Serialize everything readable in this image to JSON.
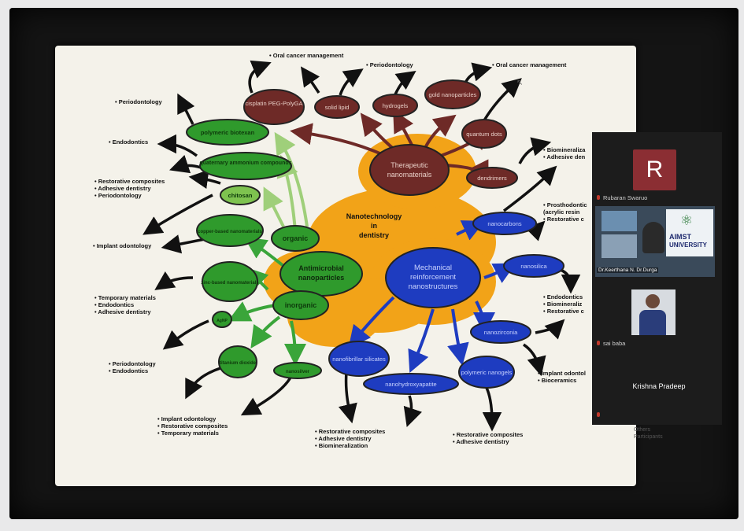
{
  "central": {
    "line1": "Nanotechnology",
    "line2": "in",
    "line3": "dentistry"
  },
  "therapeutic": {
    "title1": "Therapeutic",
    "title2": "nanomaterials",
    "children": [
      "cisplatin PEG-PolyGA",
      "solid lipid",
      "hydrogels",
      "gold nanoparticles",
      "quantum dots",
      "dendrimers"
    ]
  },
  "antimicrobial": {
    "title1": "Antimicrobial",
    "title2": "nanoparticles",
    "organic": "organic",
    "inorganic": "inorganic",
    "organic_children": [
      "polymeric biotexan",
      "quaternary ammonium compounds",
      "chitosan"
    ],
    "inorganic_children": [
      "copper-based nanomaterials",
      "zinc-based nanomaterials",
      "AgNP",
      "titanium dioxide",
      "nanosilver"
    ]
  },
  "mechanical": {
    "title1": "Mechanical",
    "title2": "reinforcement",
    "title3": "nanostructures",
    "children": [
      "nanocarbons",
      "nanosilica",
      "nanozirconia",
      "nanofibrillar silicates",
      "nanohydroxyapatite",
      "polymeric nanogels"
    ]
  },
  "bullets": {
    "oral_cancer": "• Oral cancer management",
    "periodontology_top": "• Periodontology",
    "oral_cancer_right": "• Oral cancer management",
    "perio_left": "• Periodontology",
    "endo_left": "• Endodontics",
    "restor_block": [
      "• Restorative composites",
      "• Adhesive dentistry",
      "• Periodontology"
    ],
    "implant_left": "• Implant odontology",
    "temp_block": [
      "• Temporary materials",
      "• Endodontics",
      "• Adhesive dentistry"
    ],
    "perio_endo": [
      "• Periodontology",
      "• Endodontics"
    ],
    "implant_block": [
      "• Implant odontology",
      "• Restorative composites",
      "• Temporary materials"
    ],
    "bottom_mid": [
      "• Restorative composites",
      "• Adhesive dentistry",
      "• Biomineralization"
    ],
    "bottom_right": [
      "• Restorative composites",
      "• Adhesive dentistry"
    ],
    "right_top": [
      "• Biomineraliza",
      "• Adhesive den"
    ],
    "right_prosth": [
      "• Prosthodontic",
      "(acrylic resin",
      "• Restorative c"
    ],
    "right_endo": [
      "• Endodontics",
      "• Biomineraliz",
      "• Restorative c"
    ],
    "right_implant": [
      "• Implant odontol",
      "• Bioceramics"
    ]
  },
  "participants": {
    "initial": "R",
    "name1": "Rubaran Swaruo",
    "video_caption": "Dr.Keerthana N. Dr.Durga",
    "logo_text1": "AIMST",
    "logo_text2": "UNIVERSITY",
    "name3": "sai baba",
    "name4": "Krishna Pradeep",
    "footer": "Others\nParticipants"
  },
  "colors": {
    "brown": "#6e2a27",
    "green": "#2f9a2c",
    "blue": "#1e3cc0",
    "orange": "#f2a318",
    "dark_border": "#222"
  }
}
